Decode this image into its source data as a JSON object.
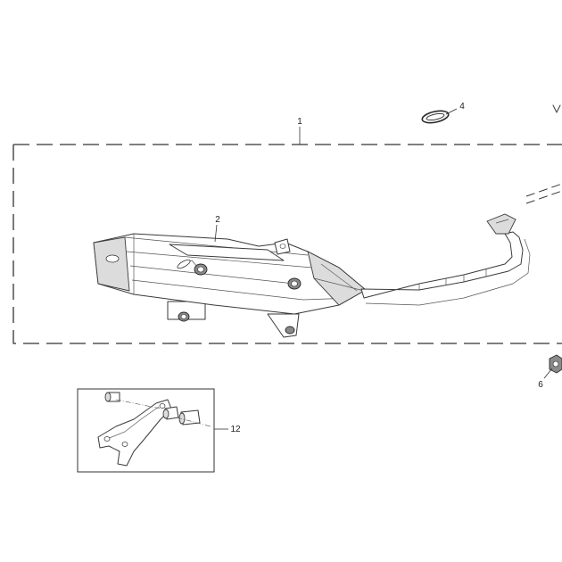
{
  "callouts": {
    "c1": "1",
    "c2": "2",
    "c4": "4",
    "c6": "6",
    "c12": "12"
  },
  "parts": [
    {
      "id": "1",
      "name": "exhaust-assembly-group"
    },
    {
      "id": "2",
      "name": "muffler"
    },
    {
      "id": "4",
      "name": "gasket"
    },
    {
      "id": "6",
      "name": "nut"
    },
    {
      "id": "12",
      "name": "muffler-bracket"
    }
  ]
}
